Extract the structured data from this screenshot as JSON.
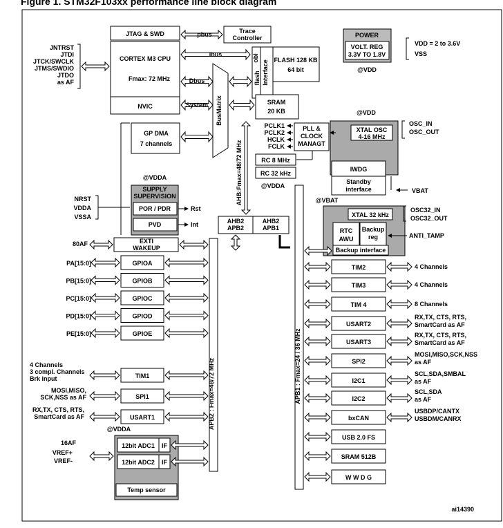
{
  "figure_title": "Figure 1.     STM32F103xx performance line block diagram",
  "figure_id": "ai14390",
  "blocks": {
    "jtag": "JTAG & SWD",
    "pbus": "pbus",
    "trace": [
      "Trace",
      "Controller"
    ],
    "power": "POWER",
    "volt_reg": [
      "VOLT. REG",
      "3.3V TO 1.8V"
    ],
    "vdd_range": "VDD = 2 to 3.6V",
    "vss": "VSS",
    "at_vdd": "@VDD",
    "cpu": "CORTEX M3 CPU",
    "fmax": "Fmax: 72 MHz",
    "ibus": "Ibus",
    "dbus": "Dbus",
    "system": "System",
    "nvic": "NVIC",
    "busmatrix": "BusMatrix",
    "obl": "obl",
    "flash_if": [
      "flash",
      "Interface"
    ],
    "flash": [
      "FLASH 128 KB",
      "64 bit"
    ],
    "sram": [
      "SRAM",
      "20 KB"
    ],
    "at_vdd2": "@VDD",
    "gpdma": [
      "GP DMA",
      "7 channels"
    ],
    "pclk": [
      "PCLK1",
      "PCLK2",
      "HCLK",
      "FCLK"
    ],
    "pll": [
      "PLL &",
      "CLOCK",
      "MANAGT"
    ],
    "xtal_osc": [
      "XTAL OSC",
      "4-16 MHz"
    ],
    "osc_in_out": [
      "OSC_IN",
      "OSC_OUT"
    ],
    "rc8": "RC 8 MHz",
    "rc32": "RC 32 kHz",
    "iwdg": "IWDG",
    "standby": [
      "Standby",
      "interface"
    ],
    "at_vdda": "@VDDA",
    "at_vdda2": "@VDDA",
    "vbat": "VBAT",
    "at_vbat": "@VBAT",
    "supply": [
      "SUPPLY",
      "SUPERVISION"
    ],
    "por": "POR / PDR",
    "rst": "Rst",
    "pvd": "PVD",
    "int": "Int",
    "nrst": [
      "NRST",
      "VDDA",
      "VSSA"
    ],
    "ahb2apb2": [
      "AHB2",
      "APB2"
    ],
    "ahb2apb1": [
      "AHB2",
      "APB1"
    ],
    "ahb_label": "AHB:Fmax=48/72 MHz",
    "xtal32": "XTAL 32 kHz",
    "osc32": [
      "OSC32_IN",
      "OSC32_OUT"
    ],
    "rtc": [
      "RTC",
      "AWU"
    ],
    "backup_reg": [
      "Backup",
      "reg"
    ],
    "anti_tamp": "ANTI_TAMP",
    "backup_if": "Backup interface",
    "jtag_pins": [
      "JNTRST",
      "JTDI",
      "JTCK/SWCLK",
      "JTMS/SWDIO",
      "JTDO",
      "as AF"
    ],
    "exti": [
      "EXTI",
      "WAKEUP"
    ],
    "af80": "80AF",
    "gpio": [
      "GPIOA",
      "GPIOB",
      "GPIOC",
      "GPIOD",
      "GPIOE"
    ],
    "gpio_pins": [
      "PA[15:0]",
      "PB[15:0]",
      "PC[15:0]",
      "PD[15:0]",
      "PE[15:0]"
    ],
    "apb2_label": "APB2 : Fmax=48/72 MHz",
    "apb1_label": "APB1 : Fmax=24 / 36 MHz",
    "tim1": "TIM1",
    "tim1_pins": [
      "4 Channels",
      "3 compl. Channels",
      "Brk input"
    ],
    "spi1": "SPI1",
    "spi1_pins": [
      "MOSI,MISO,",
      "SCK,NSS as AF"
    ],
    "usart1": "USART1",
    "usart1_pins": [
      "RX,TX, CTS, RTS,",
      "SmartCard as AF"
    ],
    "at_vdda3": "@VDDA",
    "adc": [
      "12bit ADC1",
      "12bit ADC2"
    ],
    "if_label": "IF",
    "af16": "16AF",
    "vref": [
      "VREF+",
      "VREF-"
    ],
    "temp": "Temp sensor",
    "apb1_periph": [
      "TIM2",
      "TIM3",
      "TIM 4",
      "USART2",
      "USART3",
      "SPI2",
      "I2C1",
      "I2C2",
      "bxCAN",
      "USB 2.0 FS",
      "SRAM 512B",
      "W W D G"
    ],
    "apb1_pins": [
      [
        "4 Channels"
      ],
      [
        "4 Channels"
      ],
      [
        "8 Channels"
      ],
      [
        "RX,TX, CTS, RTS,",
        "SmartCard as AF"
      ],
      [
        "RX,TX, CTS, RTS,",
        "SmartCard as AF"
      ],
      [
        "MOSI,MISO,SCK,NSS",
        "as AF"
      ],
      [
        "SCL,SDA,SMBAL",
        "as AF"
      ],
      [
        "SCL,SDA",
        "as AF"
      ],
      [
        "USBDP/CANTX",
        "USBDM/CANRX"
      ]
    ]
  }
}
